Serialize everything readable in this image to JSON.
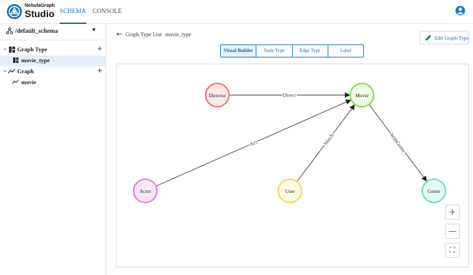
{
  "app": {
    "logo_small": "NebulaGraph",
    "logo_big": "Studio"
  },
  "nav": {
    "tabs": [
      {
        "label": "SCHEMA",
        "active": true
      },
      {
        "label": "CONSOLE",
        "active": false
      }
    ]
  },
  "sidebar": {
    "schema_selector": "/default_schema",
    "sections": [
      {
        "label": "Graph Type",
        "items": [
          {
            "label": "movie_type",
            "selected": true
          }
        ]
      },
      {
        "label": "Graph",
        "items": [
          {
            "label": "movie",
            "selected": false
          }
        ]
      }
    ]
  },
  "breadcrumb": {
    "parent": "Graph Type List",
    "separator": "/",
    "current": "movie_type"
  },
  "toolbar": {
    "edit_label": "Edit Graph Type"
  },
  "view_tabs": [
    {
      "label": "Visual Builder",
      "active": true
    },
    {
      "label": "Node Type",
      "active": false
    },
    {
      "label": "Edge Type",
      "active": false
    },
    {
      "label": "Label",
      "active": false
    }
  ],
  "graph": {
    "nodes": [
      {
        "id": "director",
        "label": "Director",
        "stroke": "#e57373",
        "fill": "#fde8e8"
      },
      {
        "id": "movie",
        "label": "Movie",
        "stroke": "#7ed957",
        "fill": "#f1fbe9"
      },
      {
        "id": "actor",
        "label": "Actor",
        "stroke": "#e37ad6",
        "fill": "#fbe6f8"
      },
      {
        "id": "user",
        "label": "User",
        "stroke": "#f2d65c",
        "fill": "#fffbe3"
      },
      {
        "id": "genre",
        "label": "Genre",
        "stroke": "#6fd6c3",
        "fill": "#e6f8f4"
      }
    ],
    "edges": [
      {
        "label": "Direct",
        "from": "director",
        "to": "movie"
      },
      {
        "label": "Act",
        "from": "actor",
        "to": "movie"
      },
      {
        "label": "Watch",
        "from": "user",
        "to": "movie"
      },
      {
        "label": "WithGenre",
        "from": "movie",
        "to": "genre"
      }
    ]
  },
  "zoom_controls": {
    "zoom_in": "+",
    "zoom_out": "—",
    "fullscreen": "⛶"
  },
  "colors": {
    "accent": "#1565c0",
    "selected_bg": "#e3f0fb"
  }
}
